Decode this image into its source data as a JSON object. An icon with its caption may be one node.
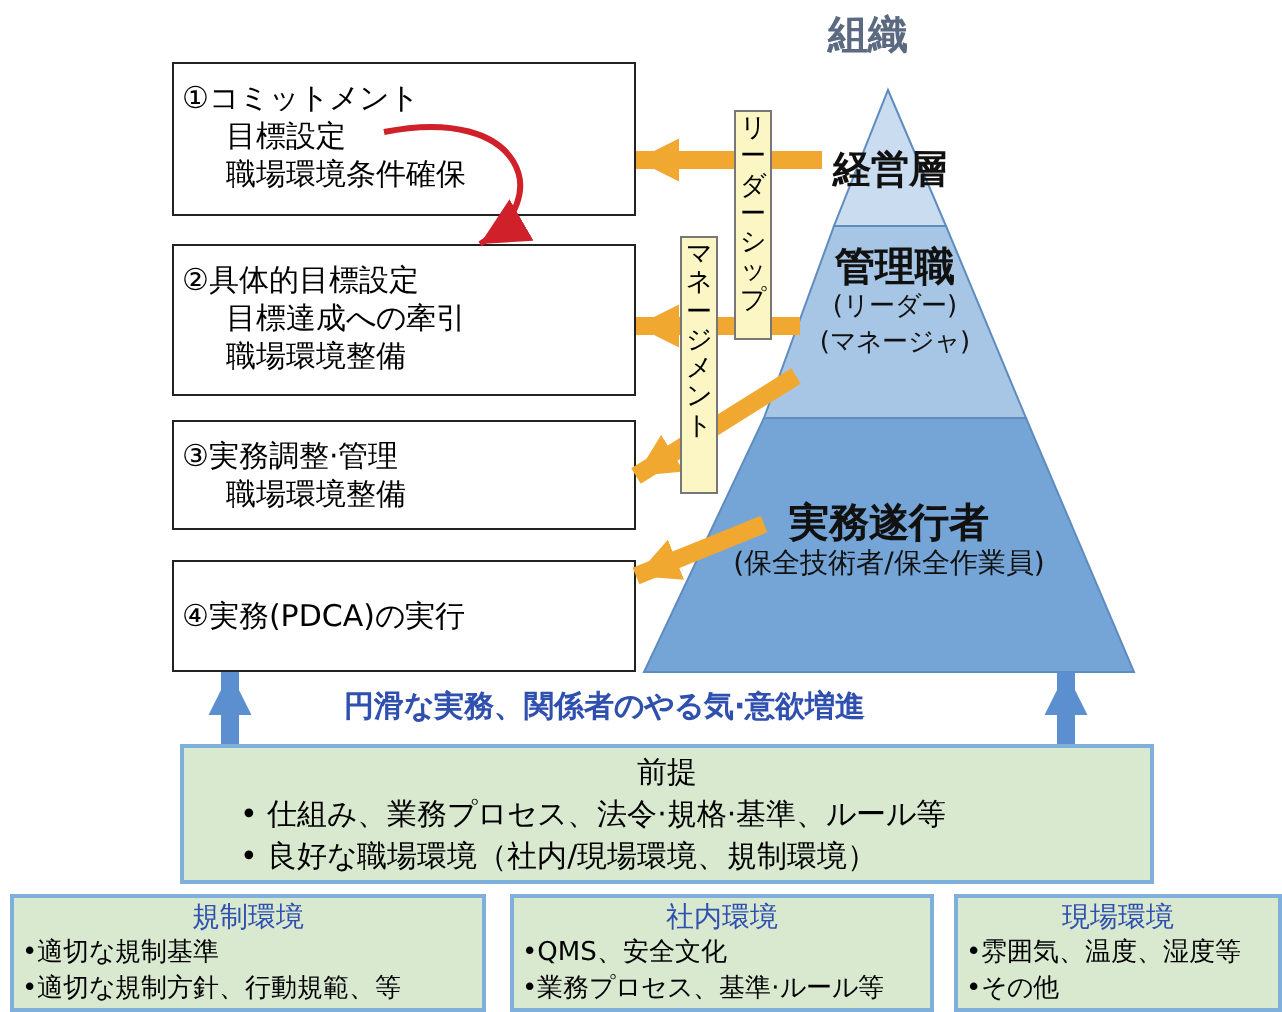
{
  "diagram": {
    "title": "組織",
    "nodes": [
      {
        "text": [
          "①コミットメント",
          "目標設定",
          "職場環境条件確保"
        ]
      },
      {
        "text": [
          "②具体的目標設定",
          "目標達成への牽引",
          "職場環境整備"
        ]
      },
      {
        "text": [
          "③実務調整·管理",
          "職場環境整備"
        ]
      },
      {
        "text": [
          "④実務(PDCA)の実行"
        ]
      },
      {
        "text": [
          "経営層"
        ]
      },
      {
        "text": [
          "管理職",
          "(リーダー)",
          "(マネージャ)"
        ]
      },
      {
        "text": [
          "実務遂行者",
          "(保全技術者/保全作業員)"
        ]
      },
      {
        "text": [
          "前提",
          "• 仕組み、業務プロセス、法令·規格·基準、ルール等",
          "• 良好な職場環境（社内/現場環境、規制環境）"
        ]
      },
      {
        "text": [
          "規制環境",
          "•適切な規制基準",
          "•適切な規制方針、行動規範、等"
        ]
      },
      {
        "text": [
          "社内環境",
          "•QMS、安全文化",
          "•業務プロセス、基準·ルール等"
        ]
      },
      {
        "text": [
          "現場環境",
          "•雰囲気、温度、湿度等",
          "•その他"
        ]
      }
    ],
    "edges": [
      {
        "from": 0,
        "to": 1,
        "arrow": "to",
        "color": "#d0202a"
      },
      {
        "from": 4,
        "to": 0,
        "arrow": "to",
        "label": "リーダーシップ"
      },
      {
        "from": 5,
        "to": 1,
        "arrow": "to"
      },
      {
        "from": 5,
        "to": 2,
        "arrow": "to",
        "label": "マネージメント"
      },
      {
        "from": 6,
        "to": 3,
        "arrow": "to"
      },
      {
        "from": 7,
        "to": 3,
        "arrow": "to",
        "color": "#5b8fd0"
      },
      {
        "from": 7,
        "to": 6,
        "arrow": "to",
        "color": "#5b8fd0"
      }
    ],
    "labels": [
      "円滑な実務、関係者のやる気·意欲増進"
    ]
  }
}
